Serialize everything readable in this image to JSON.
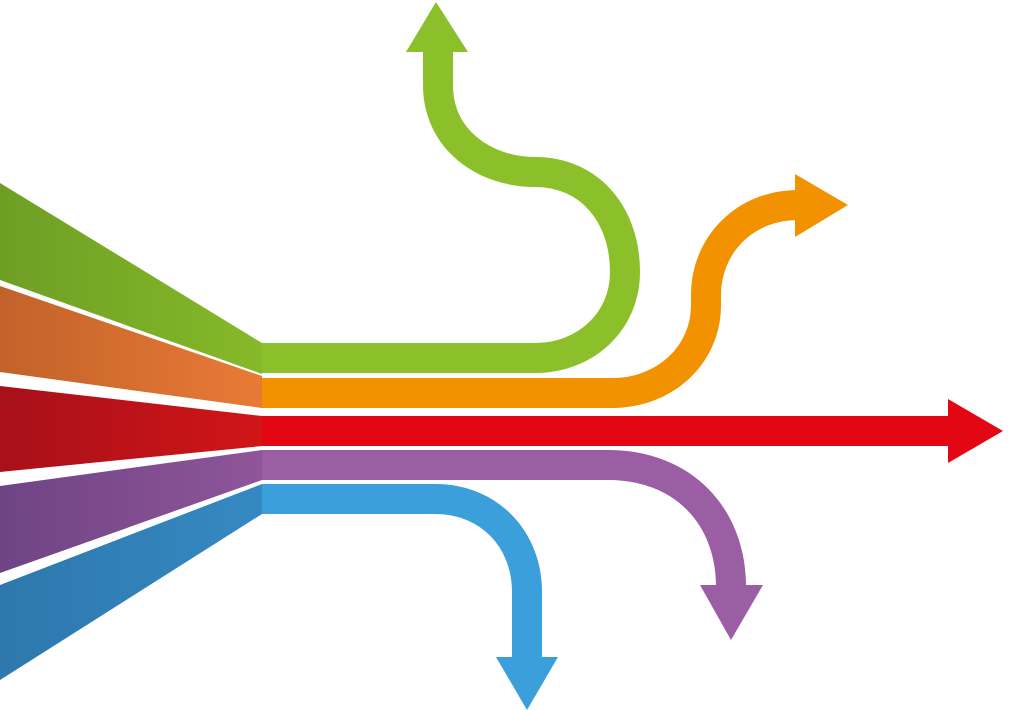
{
  "illustration": {
    "background": "#ffffff",
    "arrows": [
      {
        "name": "green-arrow",
        "heading": "up",
        "color": "#8cc02a",
        "band_light": "#86b929",
        "band_dark": "#6e9e24"
      },
      {
        "name": "orange-arrow",
        "heading": "right",
        "color": "#f39200",
        "band_light": "#e97a36",
        "band_dark": "#c2622a"
      },
      {
        "name": "red-arrow",
        "heading": "right",
        "color": "#e30613",
        "band_light": "#d01517",
        "band_dark": "#a8101a"
      },
      {
        "name": "purple-arrow",
        "heading": "down",
        "color": "#9b5ea5",
        "band_light": "#8f559a",
        "band_dark": "#6f4484"
      },
      {
        "name": "blue-arrow",
        "heading": "down",
        "color": "#3a9fdb",
        "band_light": "#3589c2",
        "band_dark": "#2d78ad"
      }
    ]
  }
}
